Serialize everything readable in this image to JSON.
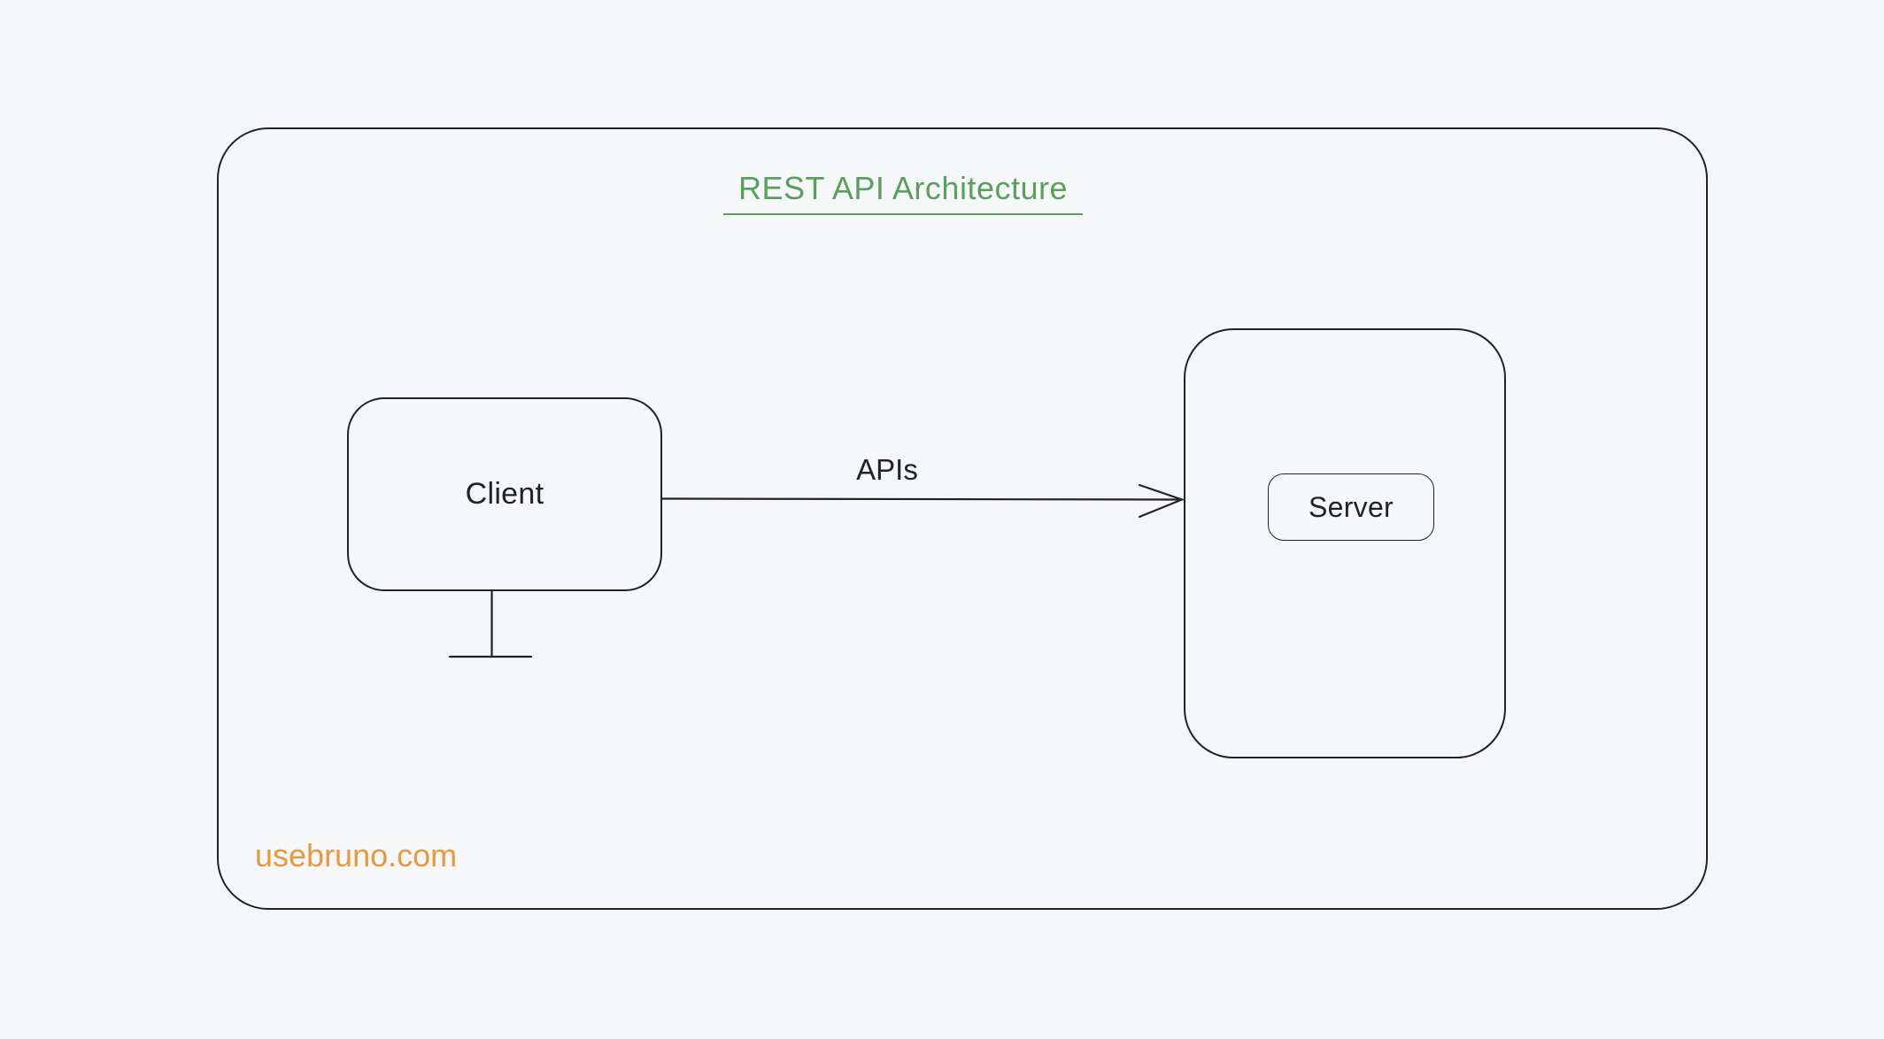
{
  "diagram": {
    "title": "REST API Architecture",
    "client": {
      "label": "Client"
    },
    "server": {
      "label": "Server"
    },
    "edge": {
      "label": "APIs"
    },
    "footer": {
      "label": "usebruno.com"
    }
  },
  "colors": {
    "background": "#f6f7f9",
    "stroke": "#222229",
    "title": "#58a05c",
    "footer": "#e8993f"
  }
}
